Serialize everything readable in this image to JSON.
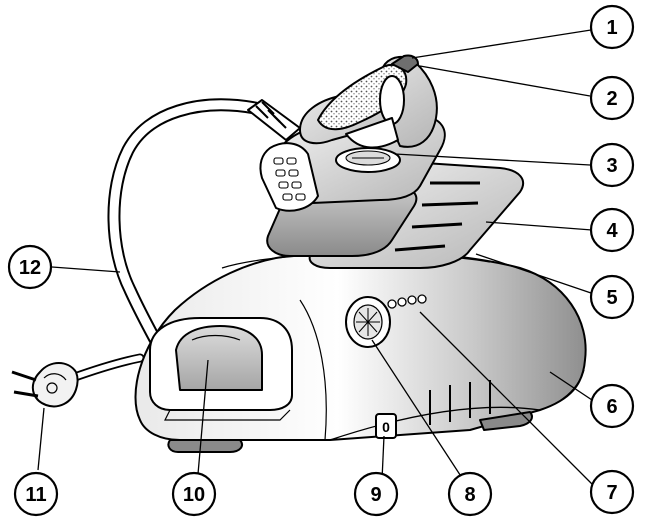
{
  "diagram": {
    "callouts": [
      {
        "id": "c1",
        "label": "1"
      },
      {
        "id": "c2",
        "label": "2"
      },
      {
        "id": "c3",
        "label": "3"
      },
      {
        "id": "c4",
        "label": "4"
      },
      {
        "id": "c5",
        "label": "5"
      },
      {
        "id": "c6",
        "label": "6"
      },
      {
        "id": "c7",
        "label": "7"
      },
      {
        "id": "c8",
        "label": "8"
      },
      {
        "id": "c9",
        "label": "9"
      },
      {
        "id": "c10",
        "label": "10"
      },
      {
        "id": "c11",
        "label": "11"
      },
      {
        "id": "c12",
        "label": "12"
      }
    ],
    "power_switch_symbol": "0",
    "colors": {
      "outline": "#000000",
      "body_light": "#f2f2f2",
      "body_mid": "#cfcfcf",
      "body_dark": "#9a9a9a"
    }
  }
}
